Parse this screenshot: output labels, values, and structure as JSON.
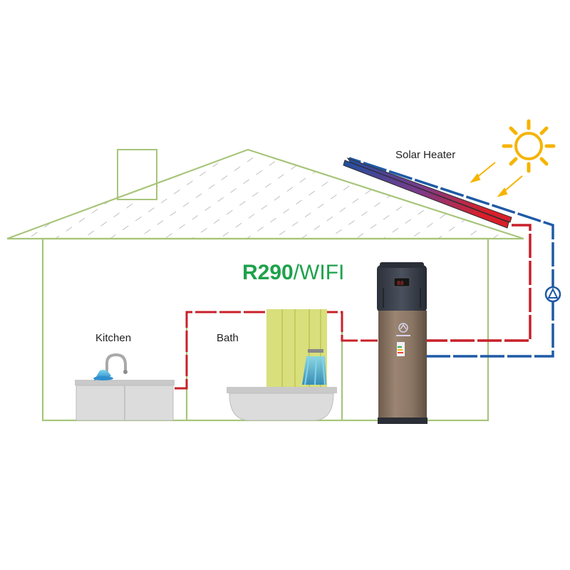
{
  "labels": {
    "solar_heater": "Solar Heater",
    "model_main": "R290",
    "model_suffix": "/WIFI",
    "kitchen": "Kitchen",
    "bath": "Bath"
  },
  "colors": {
    "house_outline": "#a7c57a",
    "hot_pipe": "#c8202a",
    "cold_pipe": "#1f5aa6",
    "sun": "#f5b400",
    "title_green": "#1ea24b",
    "tank_body": "#8a7563",
    "tank_top": "#3d4350",
    "curtain": "#d8df7c",
    "fixture_grey": "#dcdcdc"
  },
  "icons": [
    "sun-icon",
    "circulation-pump-icon",
    "faucet-icon",
    "shower-head-icon",
    "heat-pump-water-heater",
    "solar-collector-panel"
  ]
}
